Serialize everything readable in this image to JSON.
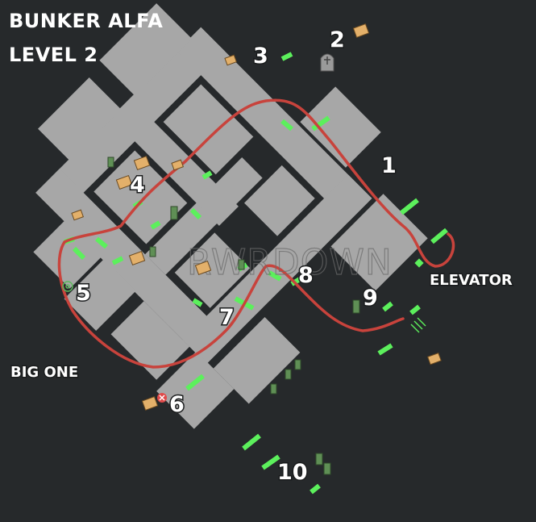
{
  "title": {
    "line1": "BUNKER ALFA",
    "line2": "LEVEL 2"
  },
  "watermark": "RWRDOWN",
  "colors": {
    "background": "#26292b",
    "floor": "#a7a7a7",
    "door": "#5cf05c",
    "route": "#c8433c",
    "crate": "#e3b06a",
    "text": "#ffffff"
  },
  "labels": {
    "points": [
      "1",
      "2",
      "3",
      "4",
      "5",
      "6",
      "7",
      "8",
      "9",
      "10"
    ],
    "elevator": "ELEVATOR",
    "big_one": "BIG ONE"
  },
  "icons": [
    "crate-icon",
    "loot-icon",
    "gravestone-icon",
    "target-icon",
    "red-x-marker-icon",
    "green-exit-icon",
    "stairs-icon"
  ]
}
